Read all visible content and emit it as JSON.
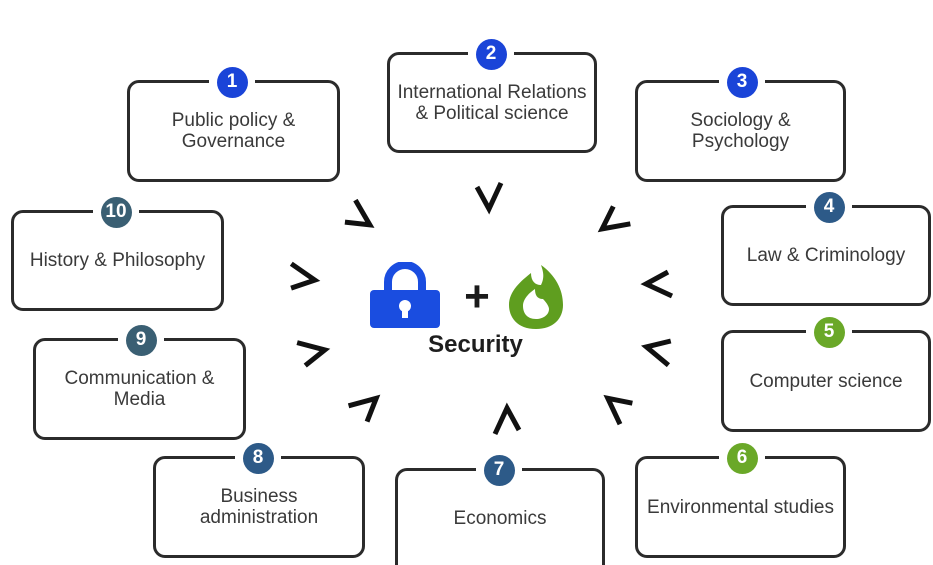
{
  "center": {
    "title": "Security",
    "plus": "+",
    "left_icon": "lock-icon",
    "right_icon": "flame-icon",
    "lock_color": "#1a4de0",
    "flame_color": "#5f9e1f"
  },
  "disciplines": [
    {
      "number": "1",
      "label": "Public policy & Governance",
      "color": "#1a44d8"
    },
    {
      "number": "2",
      "label": "International Relations & Political science",
      "color": "#1a44d8"
    },
    {
      "number": "3",
      "label": "Sociology & Psychology",
      "color": "#1a44d8"
    },
    {
      "number": "4",
      "label": "Law & Criminology",
      "color": "#2d5a88"
    },
    {
      "number": "5",
      "label": "Computer science",
      "color": "#6aa828"
    },
    {
      "number": "6",
      "label": "Environmental studies",
      "color": "#6aa828"
    },
    {
      "number": "7",
      "label": "Economics",
      "color": "#2d5a88"
    },
    {
      "number": "8",
      "label": "Business administration",
      "color": "#2d5a88"
    },
    {
      "number": "9",
      "label": "Communication & Media",
      "color": "#3a5f73"
    },
    {
      "number": "10",
      "label": "History & Philosophy",
      "color": "#3a5f73"
    }
  ]
}
